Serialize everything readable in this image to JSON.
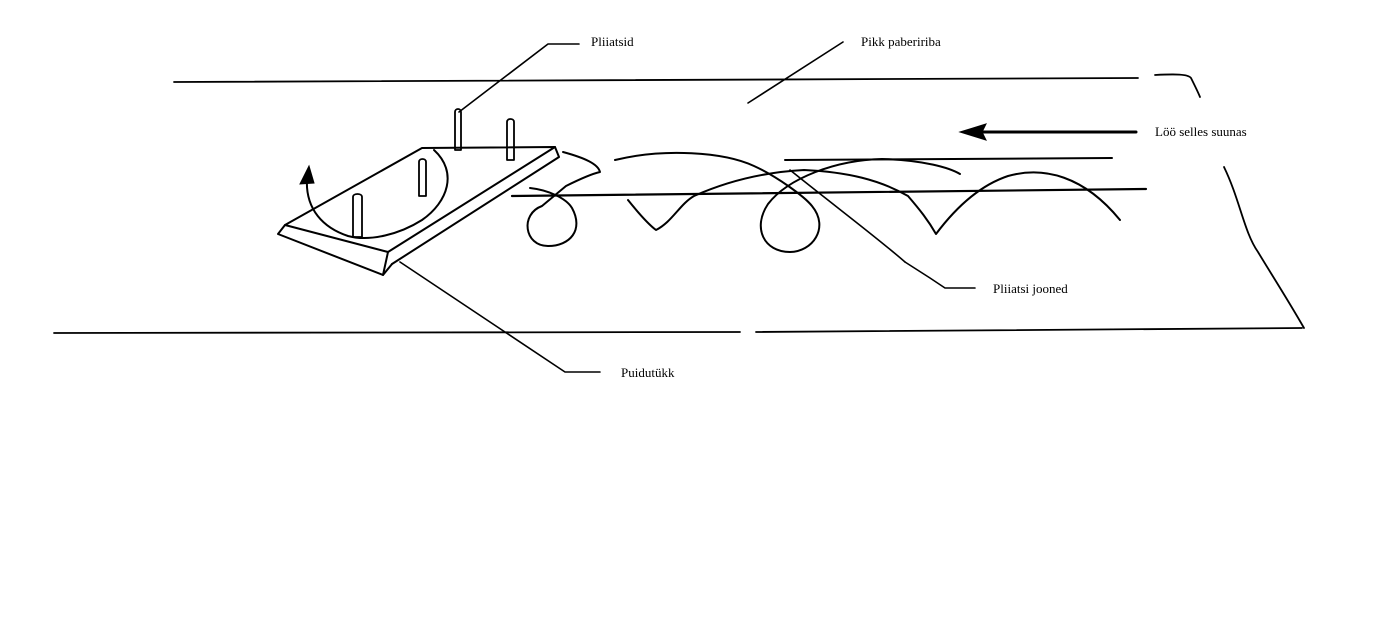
{
  "labels": {
    "pencils": "Pliiatsid",
    "paper_strip": "Pikk pabeririba",
    "direction": "Löö selles suunas",
    "pencil_lines": "Pliiatsi jooned",
    "wood_block": "Puidutükk"
  },
  "colors": {
    "ink": "#000000",
    "background": "#ffffff"
  }
}
